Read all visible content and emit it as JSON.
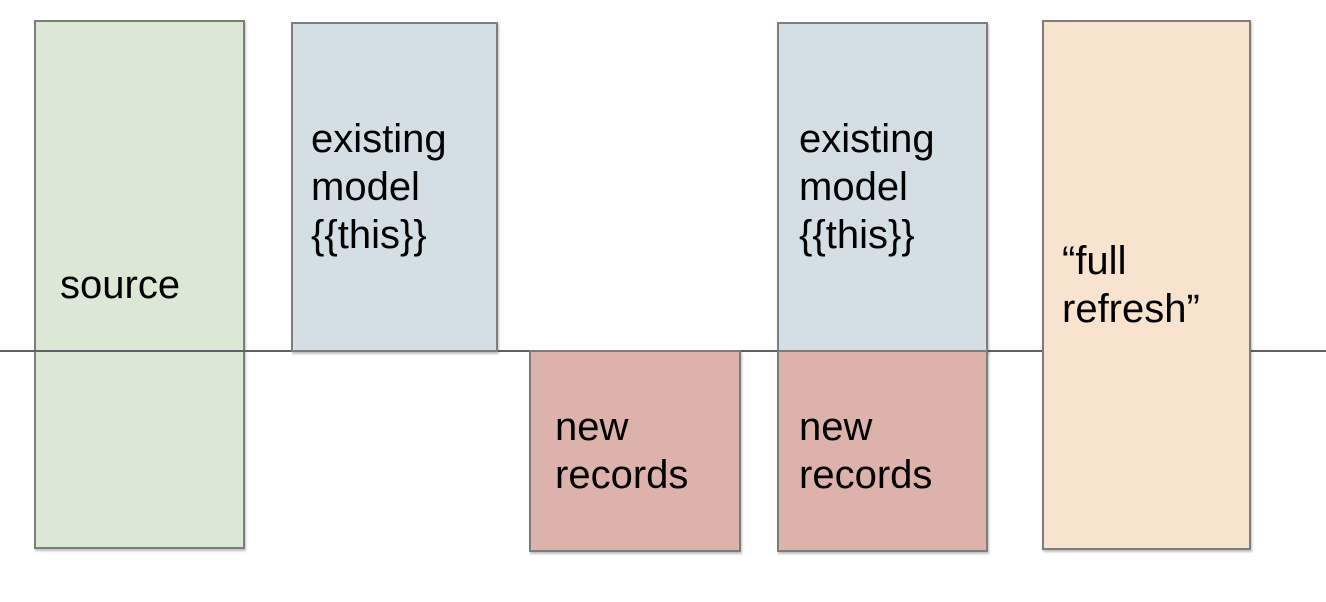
{
  "diagram": {
    "description": "incremental model materialization diagram",
    "divider": {
      "color": "#616161"
    },
    "border_color": "#7d7d7d",
    "text_color": "#000000",
    "boxes": [
      {
        "name": "source",
        "label": "source",
        "color": "#dce8d6"
      },
      {
        "name": "existing-model-1",
        "label": "existing model {{this}}",
        "color": "#d3dfe4"
      },
      {
        "name": "new-records-1",
        "label": "new records",
        "color": "#dcb2ab"
      },
      {
        "name": "existing-model-2",
        "label": "existing model {{this}}",
        "color": "#d3dfe4"
      },
      {
        "name": "new-records-2",
        "label": "new records",
        "color": "#dcb2ab"
      },
      {
        "name": "full-refresh",
        "label": "“full refresh”",
        "color": "#f8e4ce"
      }
    ]
  }
}
